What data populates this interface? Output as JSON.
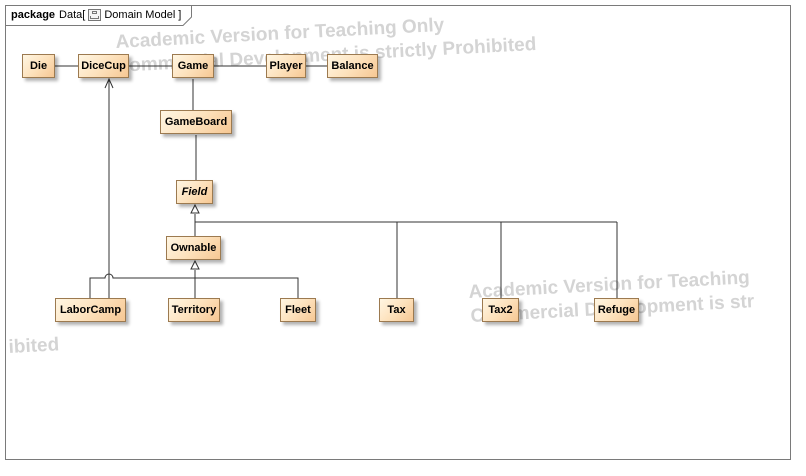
{
  "frame": {
    "keyword": "package",
    "name": "Data",
    "open_bracket": "[",
    "icon": "diagram-icon",
    "diagram_name": "Domain Model",
    "close_bracket": "]"
  },
  "classes": {
    "die": "Die",
    "dicecup": "DiceCup",
    "game": "Game",
    "player": "Player",
    "balance": "Balance",
    "gameboard": "GameBoard",
    "field": "Field",
    "ownable": "Ownable",
    "laborcamp": "LaborCamp",
    "territory": "Territory",
    "fleet": "Fleet",
    "tax": "Tax",
    "tax2": "Tax2",
    "refuge": "Refuge"
  },
  "watermark": {
    "line1": "Academic Version for Teaching Only",
    "line2": "Commercial Development is strictly Prohibited",
    "line3": "Academic Version for Teaching",
    "line4": "Commercial Development is str",
    "line5": "ibited"
  },
  "colors": {
    "class_fill": "#fde2bd",
    "class_border": "#9c7a50",
    "line": "#333333",
    "watermark": "#d4d4d4"
  }
}
